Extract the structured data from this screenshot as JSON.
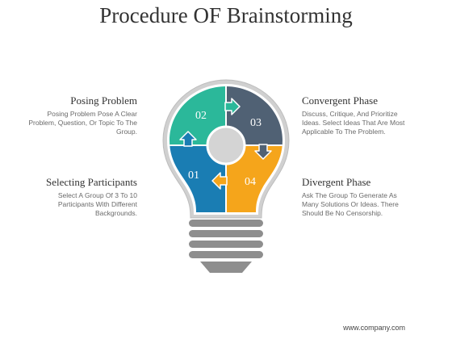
{
  "title": "Procedure OF Brainstorming",
  "steps": [
    {
      "num": "01",
      "heading": "Selecting Participants",
      "desc": "Select A Group Of 3 To 10 Participants With Different Backgrounds.",
      "color": "#1a7db3"
    },
    {
      "num": "02",
      "heading": "Posing Problem",
      "desc": "Posing Problem Pose A Clear Problem, Question, Or Topic To The Group.",
      "color": "#2bb89a"
    },
    {
      "num": "03",
      "heading": "Convergent Phase",
      "desc": "Discuss, Critique, And Prioritize Ideas. Select Ideas That Are Most Applicable To The Problem.",
      "color": "#506174"
    },
    {
      "num": "04",
      "heading": "Divergent Phase",
      "desc": "Ask The Group To Generate As Many Solutions Or Ideas. There Should Be No Censorship.",
      "color": "#f5a51b"
    }
  ],
  "footer": "www.company.com"
}
